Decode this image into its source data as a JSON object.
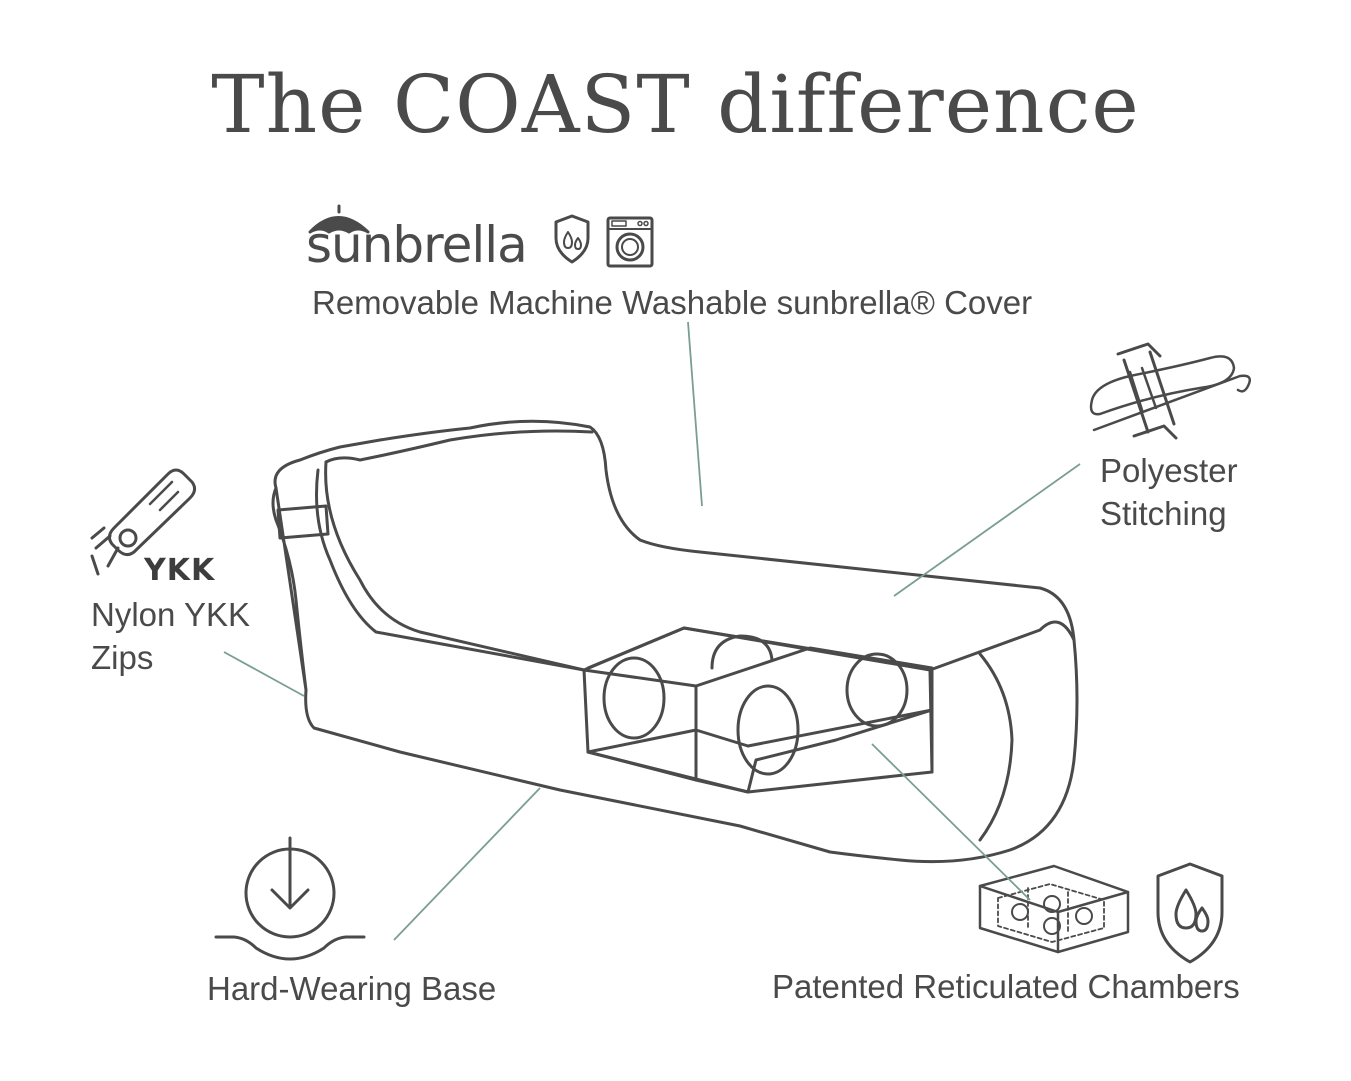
{
  "title": "The COAST difference",
  "cover": {
    "brand": "sunbrella",
    "label": "Removable Machine Washable sunbrella® Cover",
    "icons": [
      "umbrella-icon",
      "water-shield-icon",
      "washing-machine-icon"
    ]
  },
  "stitching": {
    "line1": "Polyester",
    "line2": "Stitching",
    "icon": "thread-spool-icon"
  },
  "zips": {
    "brand": "YKK",
    "line1": "Nylon YKK",
    "line2": "Zips",
    "icon": "zipper-icon"
  },
  "base": {
    "label": "Hard-Wearing Base",
    "icon": "download-base-icon"
  },
  "chambers": {
    "label": "Patented Reticulated Chambers",
    "icons": [
      "chambers-block-icon",
      "water-shield-icon"
    ]
  },
  "colors": {
    "line": "#4a4a4a",
    "leader": "#7a9e94",
    "text": "#4a4a4a"
  }
}
